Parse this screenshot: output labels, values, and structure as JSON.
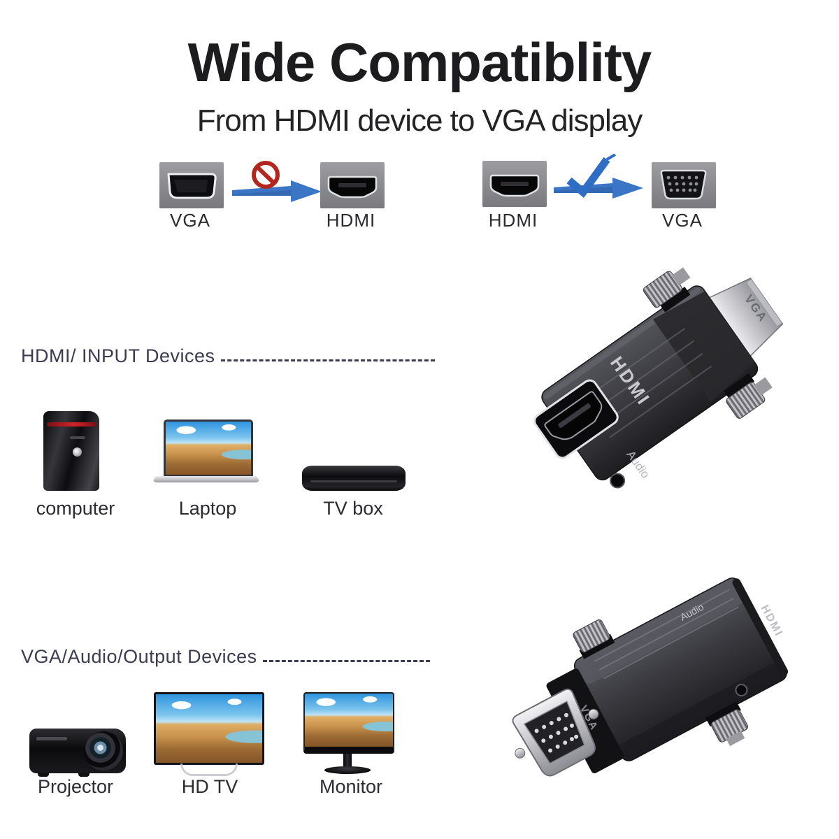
{
  "title": "Wide Compatiblity",
  "subtitle": "From HDMI device to VGA display",
  "comparison": {
    "wrong": {
      "from_label": "VGA",
      "from_icon": "vga-plug-icon",
      "status_icon": "prohibited-icon",
      "arrow_icon": "arrow-right-icon",
      "to_label": "HDMI",
      "to_icon": "hdmi-port-icon"
    },
    "right": {
      "from_label": "HDMI",
      "from_icon": "hdmi-port-icon",
      "status_icon": "check-icon",
      "arrow_icon": "arrow-right-icon",
      "to_label": "VGA",
      "to_icon": "vga-port-icon"
    }
  },
  "sections": [
    {
      "heading": "HDMI/ INPUT Devices",
      "devices": [
        {
          "label": "computer",
          "icon": "desktop-tower-icon"
        },
        {
          "label": "Laptop",
          "icon": "laptop-icon"
        },
        {
          "label": "TV box",
          "icon": "tv-box-icon"
        }
      ]
    },
    {
      "heading": "VGA/Audio/Output Devices",
      "devices": [
        {
          "label": "Projector",
          "icon": "projector-icon"
        },
        {
          "label": "HD TV",
          "icon": "hd-tv-icon"
        },
        {
          "label": "Monitor",
          "icon": "monitor-icon"
        }
      ]
    }
  ],
  "adapter": {
    "hdmi_label": "HDMI",
    "vga_label": "VGA",
    "audio_label": "Audio"
  },
  "colors": {
    "title_text": "#1c1c1e",
    "heading_text": "#3c3c50",
    "arrow_blue": "#3b76c6",
    "check_blue": "#2d6dc4",
    "prohibit_red": "#b3251d",
    "port_tile_gray": "#8e8e92",
    "adapter_body": "#2a2a2e"
  }
}
